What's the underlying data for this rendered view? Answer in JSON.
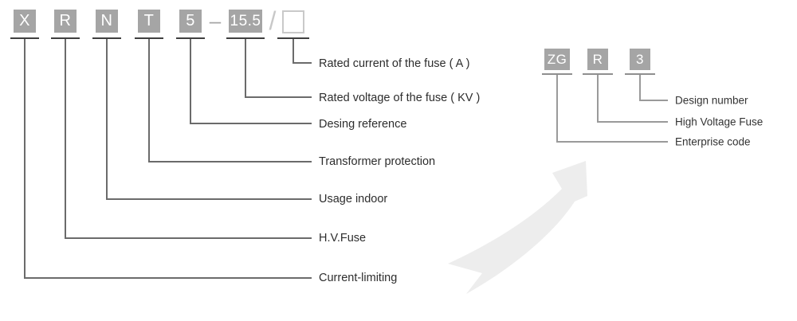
{
  "left": {
    "dash": "–",
    "slash": "/",
    "items": [
      {
        "code": "X",
        "label": "Current-limiting"
      },
      {
        "code": "R",
        "label": "H.V.Fuse"
      },
      {
        "code": "N",
        "label": "Usage indoor"
      },
      {
        "code": "T",
        "label": "Transformer protection"
      },
      {
        "code": "5",
        "label": "Desing reference"
      },
      {
        "code": "15.5",
        "label": "Rated voltage of the fuse ( KV )"
      },
      {
        "code": "",
        "label": "Rated current of the fuse ( A )"
      }
    ]
  },
  "right": {
    "items": [
      {
        "code": "ZG",
        "label": "Enterprise code"
      },
      {
        "code": "R",
        "label": "High Voltage Fuse"
      },
      {
        "code": "3",
        "label": "Design number"
      }
    ]
  },
  "colors": {
    "box_fill": "#a5a5a5",
    "box_text": "#ffffff",
    "empty_box_border": "#c9c9c9",
    "left_lines": "#6b6b6b",
    "right_lines": "#9a9a9a",
    "label_text": "#2d2d2d",
    "swoosh": "#ededed"
  }
}
